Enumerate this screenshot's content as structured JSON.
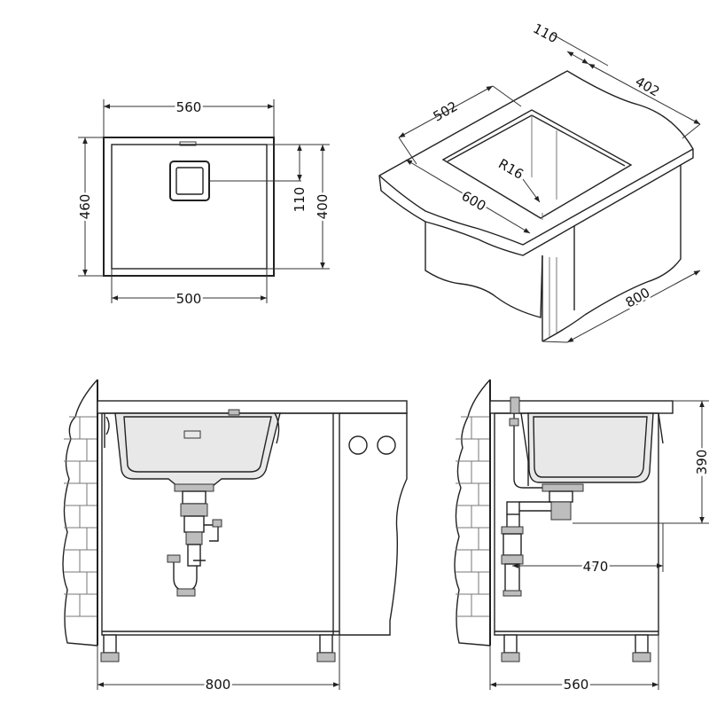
{
  "top_view": {
    "dim_width": "560",
    "dim_height": "460",
    "dim_bowl_width": "500",
    "dim_bowl_height": "400",
    "dim_waste_offset": "110"
  },
  "iso_view": {
    "dim_top_small": "110",
    "dim_502": "502",
    "dim_402": "402",
    "dim_radius": "R16",
    "dim_600": "600",
    "dim_800": "800"
  },
  "front_view": {
    "dim_cabinet_width": "800"
  },
  "side_view": {
    "dim_depth_390": "390",
    "dim_470": "470",
    "dim_cabinet_width": "560"
  }
}
